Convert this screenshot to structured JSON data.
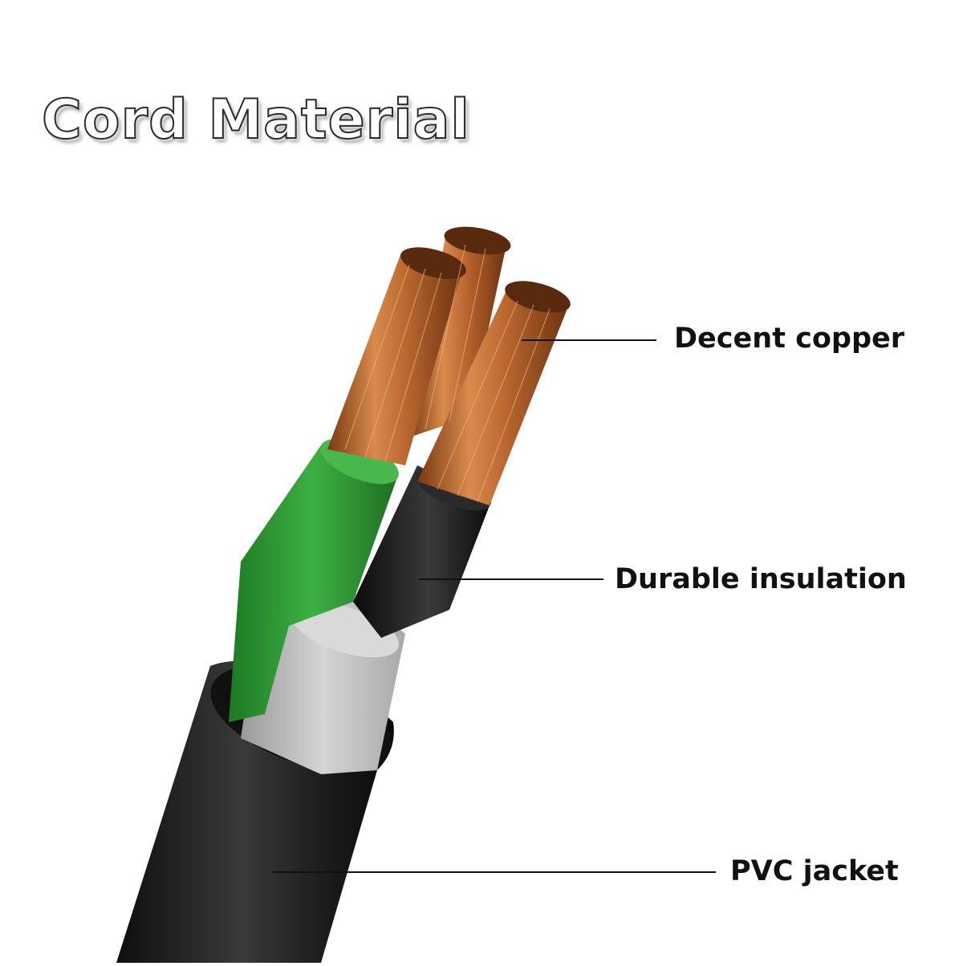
{
  "title": "Cord Material",
  "callouts": {
    "copper": "Decent copper",
    "insulation": "Durable insulation",
    "jacket": "PVC jacket"
  },
  "colors": {
    "copper": "#b8652e",
    "green_insulation": "#2f9a34",
    "black_insulation": "#1a1a1a",
    "filler": "#bdbdbd",
    "jacket": "#232323"
  }
}
